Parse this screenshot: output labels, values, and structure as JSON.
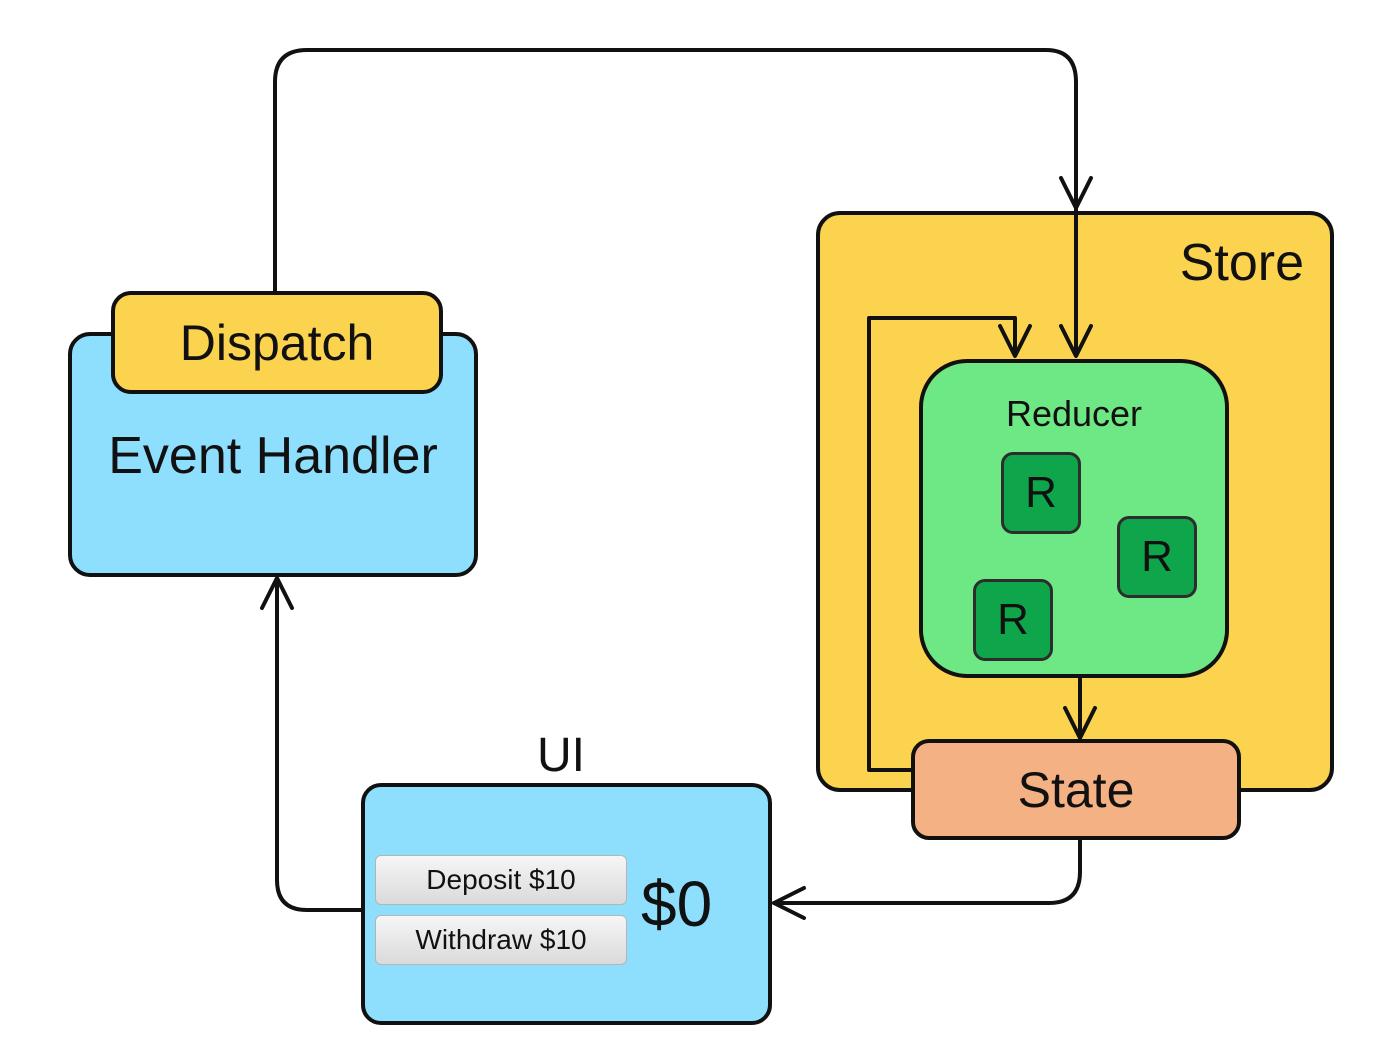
{
  "store": {
    "label": "Store"
  },
  "reducer": {
    "label": "Reducer",
    "blocks": [
      "R",
      "R",
      "R"
    ]
  },
  "state": {
    "label": "State"
  },
  "event_handler": {
    "label": "Event Handler"
  },
  "dispatch": {
    "label": "Dispatch"
  },
  "ui": {
    "label": "UI",
    "deposit_button": "Deposit $10",
    "withdraw_button": "Withdraw $10",
    "balance": "$0"
  },
  "colors": {
    "store": "#FCD34F",
    "reducer": "#6EE884",
    "reducer_block": "#0FA54A",
    "state": "#F4B183",
    "handler": "#8EDFFD",
    "dispatch": "#FCD34F",
    "ui": "#8EDFFD"
  }
}
